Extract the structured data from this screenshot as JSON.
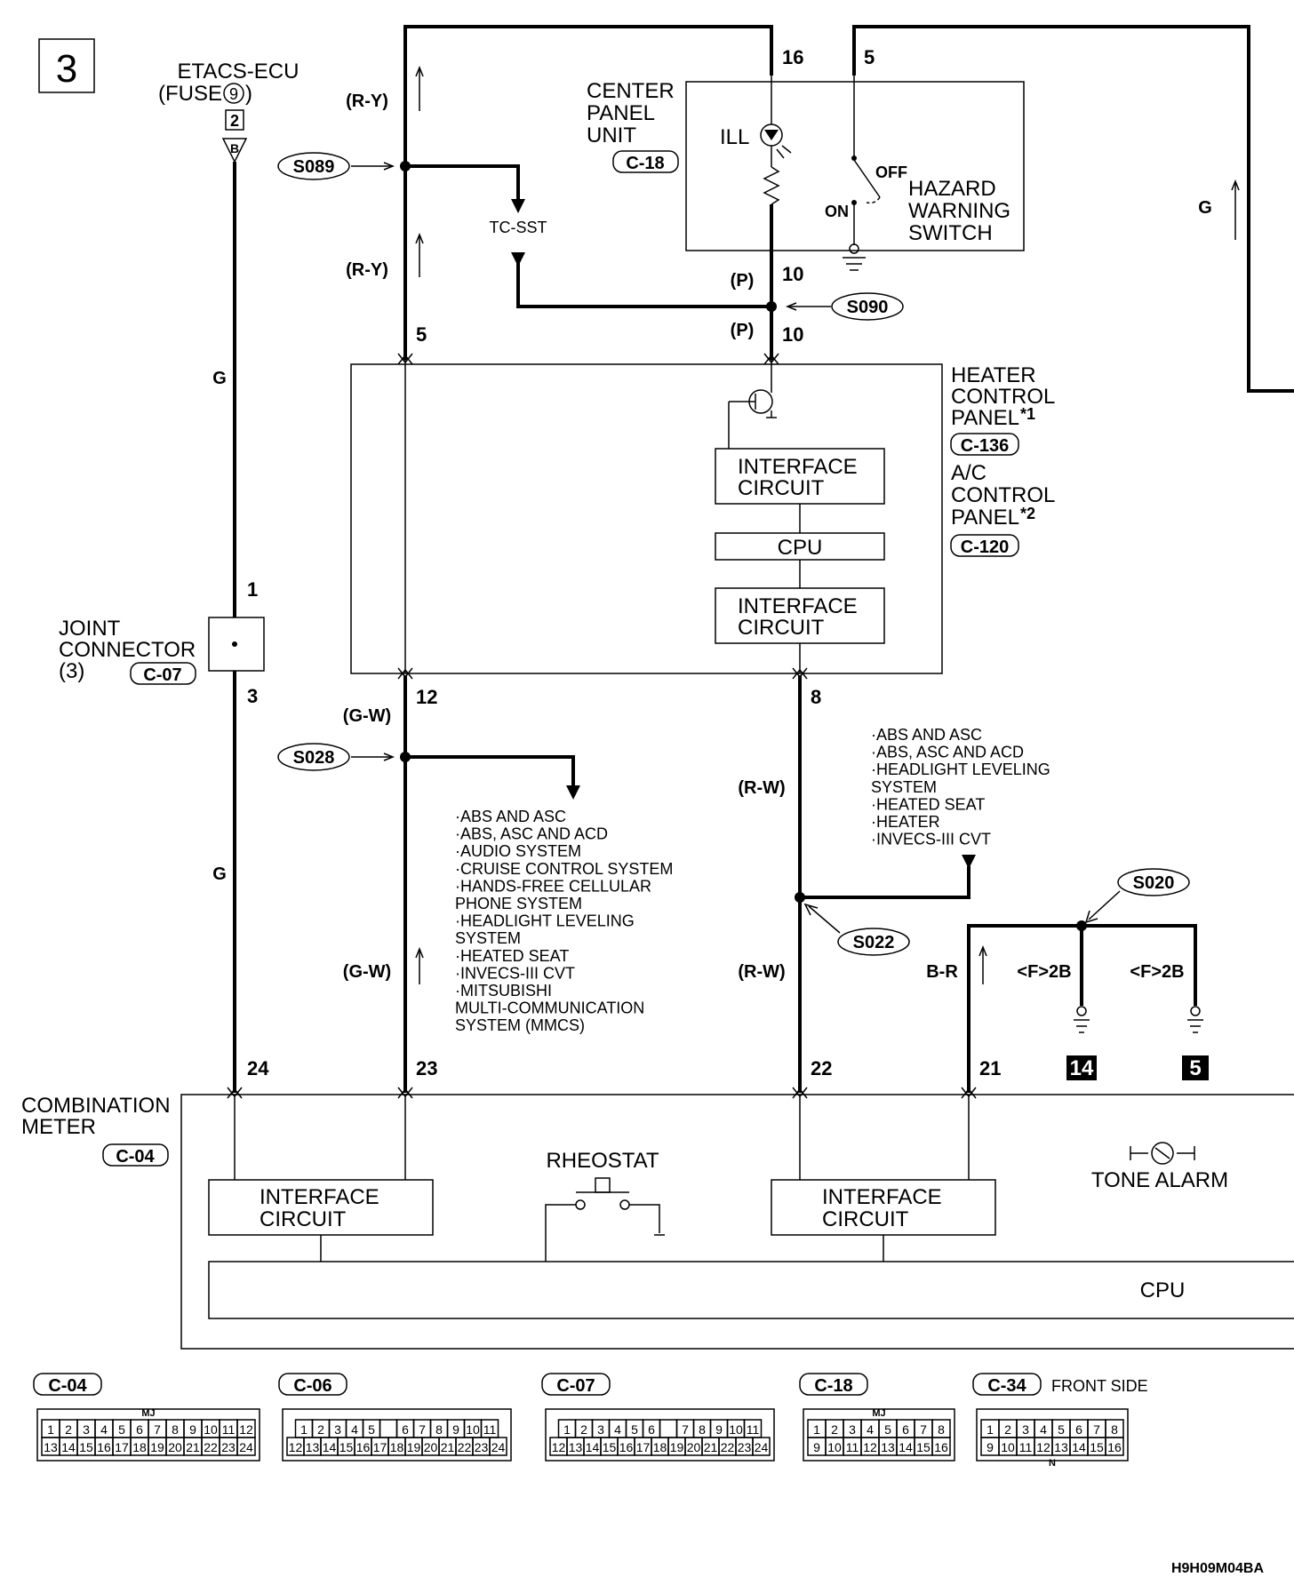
{
  "page": {
    "number": "3",
    "code": "H9H09M04BA"
  },
  "components": {
    "etacs": {
      "line1": "ETACS-ECU",
      "line2a": "(FUSE",
      "line2_fuse": "9",
      "line2b": ")",
      "conn_num": "2",
      "conn_letter": "B"
    },
    "center_panel": {
      "line1": "CENTER",
      "line2": "PANEL",
      "line3": "UNIT",
      "connector": "C-18",
      "ill": "ILL"
    },
    "hazard": {
      "line1": "HAZARD",
      "line2": "WARNING",
      "line3": "SWITCH",
      "off": "OFF",
      "on": "ON"
    },
    "heater_panel": {
      "line1": "HEATER",
      "line2": "CONTROL",
      "line3": "PANEL",
      "note1": "*1",
      "connector1": "C-136",
      "line4": "A/C",
      "line5": "CONTROL",
      "line6": "PANEL",
      "note2": "*2",
      "connector2": "C-120"
    },
    "heater_blocks": {
      "if1_a": "INTERFACE",
      "if1_b": "CIRCUIT",
      "cpu": "CPU",
      "if2_a": "INTERFACE",
      "if2_b": "CIRCUIT"
    },
    "joint": {
      "line1": "JOINT",
      "line2": "CONNECTOR",
      "line3": "(3)",
      "connector": "C-07"
    },
    "combination": {
      "line1": "COMBINATION",
      "line2": "METER",
      "connector": "C-04",
      "if_left_a": "INTERFACE",
      "if_left_b": "CIRCUIT",
      "if_right_a": "INTERFACE",
      "if_right_b": "CIRCUIT",
      "rheostat": "RHEOSTAT",
      "tone_alarm": "TONE ALARM",
      "cpu": "CPU"
    },
    "tcsst": "TC-SST"
  },
  "splices": {
    "s089": "S089",
    "s090": "S090",
    "s028": "S028",
    "s022": "S022",
    "s020": "S020"
  },
  "wires": {
    "ry": "(R-Y)",
    "g": "G",
    "p": "(P)",
    "gw": "(G-W)",
    "rw": "(R-W)",
    "br": "B-R",
    "f2b": "<F>2B"
  },
  "pins": {
    "p16": "16",
    "p5top": "5",
    "p10a": "10",
    "p10b": "10",
    "p5": "5",
    "p1": "1",
    "p3": "3",
    "p12": "12",
    "p8": "8",
    "p24": "24",
    "p23": "23",
    "p22": "22",
    "p21": "21"
  },
  "grounds": {
    "g14": "14",
    "g5": "5"
  },
  "notes": {
    "list_a": [
      "·ABS AND ASC",
      "·ABS, ASC AND ACD",
      "·AUDIO SYSTEM",
      "·CRUISE CONTROL SYSTEM",
      "·HANDS-FREE CELLULAR",
      " PHONE SYSTEM",
      "·HEADLIGHT LEVELING",
      " SYSTEM",
      "·HEATED SEAT",
      "·INVECS-III CVT",
      "·MITSUBISHI",
      " MULTI-COMMUNICATION",
      " SYSTEM (MMCS)"
    ],
    "list_b": [
      "·ABS AND ASC",
      "·ABS, ASC AND ACD",
      "·HEADLIGHT LEVELING",
      " SYSTEM",
      "·HEATED SEAT",
      "·HEATER",
      "·INVECS-III CVT"
    ]
  },
  "connectors": {
    "c04": {
      "title": "C-04",
      "mark": "MJ",
      "row1": [
        "1",
        "2",
        "3",
        "4",
        "5",
        "6",
        "7",
        "8",
        "9",
        "10",
        "11",
        "12"
      ],
      "row2": [
        "13",
        "14",
        "15",
        "16",
        "17",
        "18",
        "19",
        "20",
        "21",
        "22",
        "23",
        "24"
      ]
    },
    "c06": {
      "title": "C-06",
      "row1": [
        "1",
        "2",
        "3",
        "4",
        "5",
        "",
        "6",
        "7",
        "8",
        "9",
        "10",
        "11"
      ],
      "row2": [
        "12",
        "13",
        "14",
        "15",
        "16",
        "17",
        "18",
        "19",
        "20",
        "21",
        "22",
        "23",
        "24"
      ]
    },
    "c07": {
      "title": "C-07",
      "row1": [
        "1",
        "2",
        "3",
        "4",
        "5",
        "6",
        "",
        "7",
        "8",
        "9",
        "10",
        "11"
      ],
      "row2": [
        "12",
        "13",
        "14",
        "15",
        "16",
        "17",
        "18",
        "19",
        "20",
        "21",
        "22",
        "23",
        "24"
      ]
    },
    "c18": {
      "title": "C-18",
      "mark": "MJ",
      "row1": [
        "1",
        "2",
        "3",
        "4",
        "5",
        "6",
        "7",
        "8"
      ],
      "row2": [
        "9",
        "10",
        "11",
        "12",
        "13",
        "14",
        "15",
        "16"
      ]
    },
    "c34": {
      "title": "C-34",
      "side": "FRONT SIDE",
      "row1": [
        "1",
        "2",
        "3",
        "4",
        "5",
        "6",
        "7",
        "8"
      ],
      "row2": [
        "9",
        "10",
        "11",
        "12",
        "13",
        "14",
        "15",
        "16"
      ],
      "mark": "N"
    }
  }
}
